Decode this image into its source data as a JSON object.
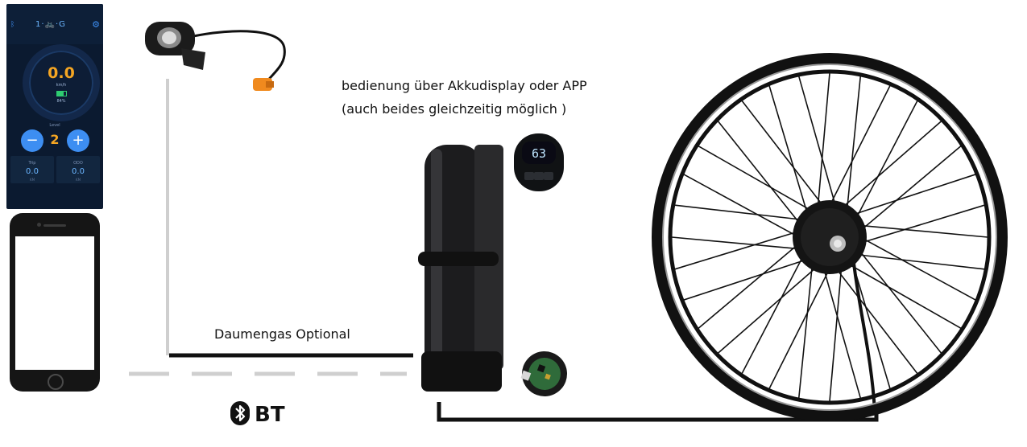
{
  "captions": {
    "control_line1": "bedienung über Akkudisplay oder APP",
    "control_line2": "(auch beides gleichzeitig möglich )",
    "thumb_throttle": "Daumengas Optional",
    "bluetooth": "BT"
  },
  "app_screen": {
    "speed": "0.0",
    "speed_unit": "km/h",
    "battery_percent": "84%",
    "level_label": "Level",
    "level_value": "2",
    "minus": "−",
    "plus": "+",
    "trip_label": "Trip",
    "trip_value": "0.0",
    "trip_unit": "KM",
    "odo_label": "ODO",
    "odo_value": "0.0",
    "odo_unit": "KM"
  },
  "battery_display": {
    "value": "63"
  },
  "icons": {
    "bluetooth": "bluetooth-icon",
    "settings": "gear-icon",
    "bike": "bike-icon"
  },
  "colors": {
    "accent_blue": "#3d8ef2",
    "speed_orange": "#f5a623",
    "app_bg": "#0b1a30"
  }
}
